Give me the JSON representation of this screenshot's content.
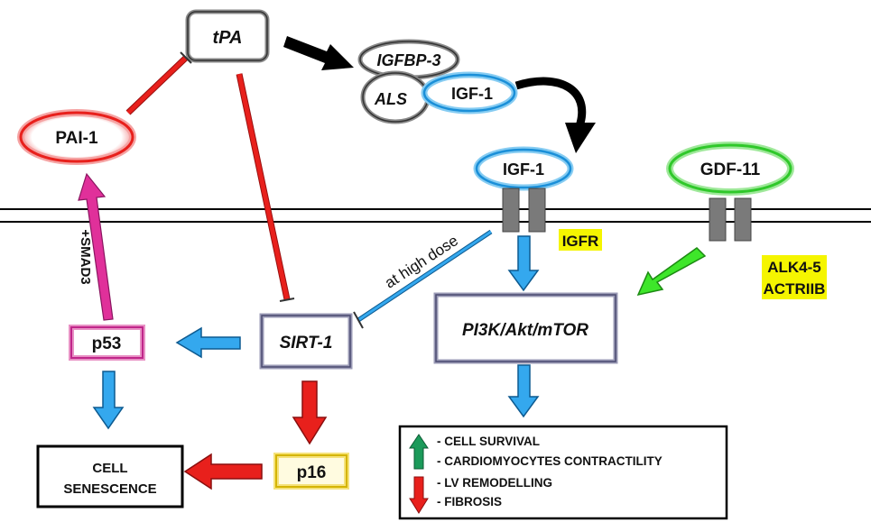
{
  "nodes": {
    "tpa": "tPA",
    "igfbp3": "IGFBP-3",
    "als": "ALS",
    "igf1_complex": "IGF-1",
    "pai1": "PAI-1",
    "igf1_receptor_ligand": "IGF-1",
    "gdf11": "GDF-11",
    "igfr": "IGFR",
    "alk_line1": "ALK4-5",
    "alk_line2": "ACTRIIB",
    "pi3k": "PI3K/Akt/mTOR",
    "sirt1": "SIRT-1",
    "p53": "p53",
    "p16": "p16",
    "senescence_line1": "CELL",
    "senescence_line2": "SENESCENCE"
  },
  "edge_labels": {
    "smad3": "+SMAD3",
    "high_dose": "at high dose"
  },
  "outcomes": {
    "up_items": [
      "- CELL SURVIVAL",
      "- CARDIOMYOCYTES CONTRACTILITY"
    ],
    "down_items": [
      "- LV REMODELLING",
      "-  FIBROSIS"
    ]
  },
  "colors": {
    "inhibition_red": "#e8201c",
    "arrow_blue": "#1ea0e6",
    "arrow_black": "#000000",
    "arrow_green": "#3ee62a",
    "arrow_magenta": "#e0309a",
    "pai1_ring": "#e8201c",
    "igf1_ring": "#2aa0e8",
    "gdf11_ring": "#2fc82a",
    "highlight_yellow": "#f5f500",
    "p53_border": "#c0268a",
    "p16_border": "#e0c400",
    "box_border": "#4a4a70",
    "up_arrow_green": "#1b9a5a",
    "down_arrow_red": "#e8201c"
  }
}
